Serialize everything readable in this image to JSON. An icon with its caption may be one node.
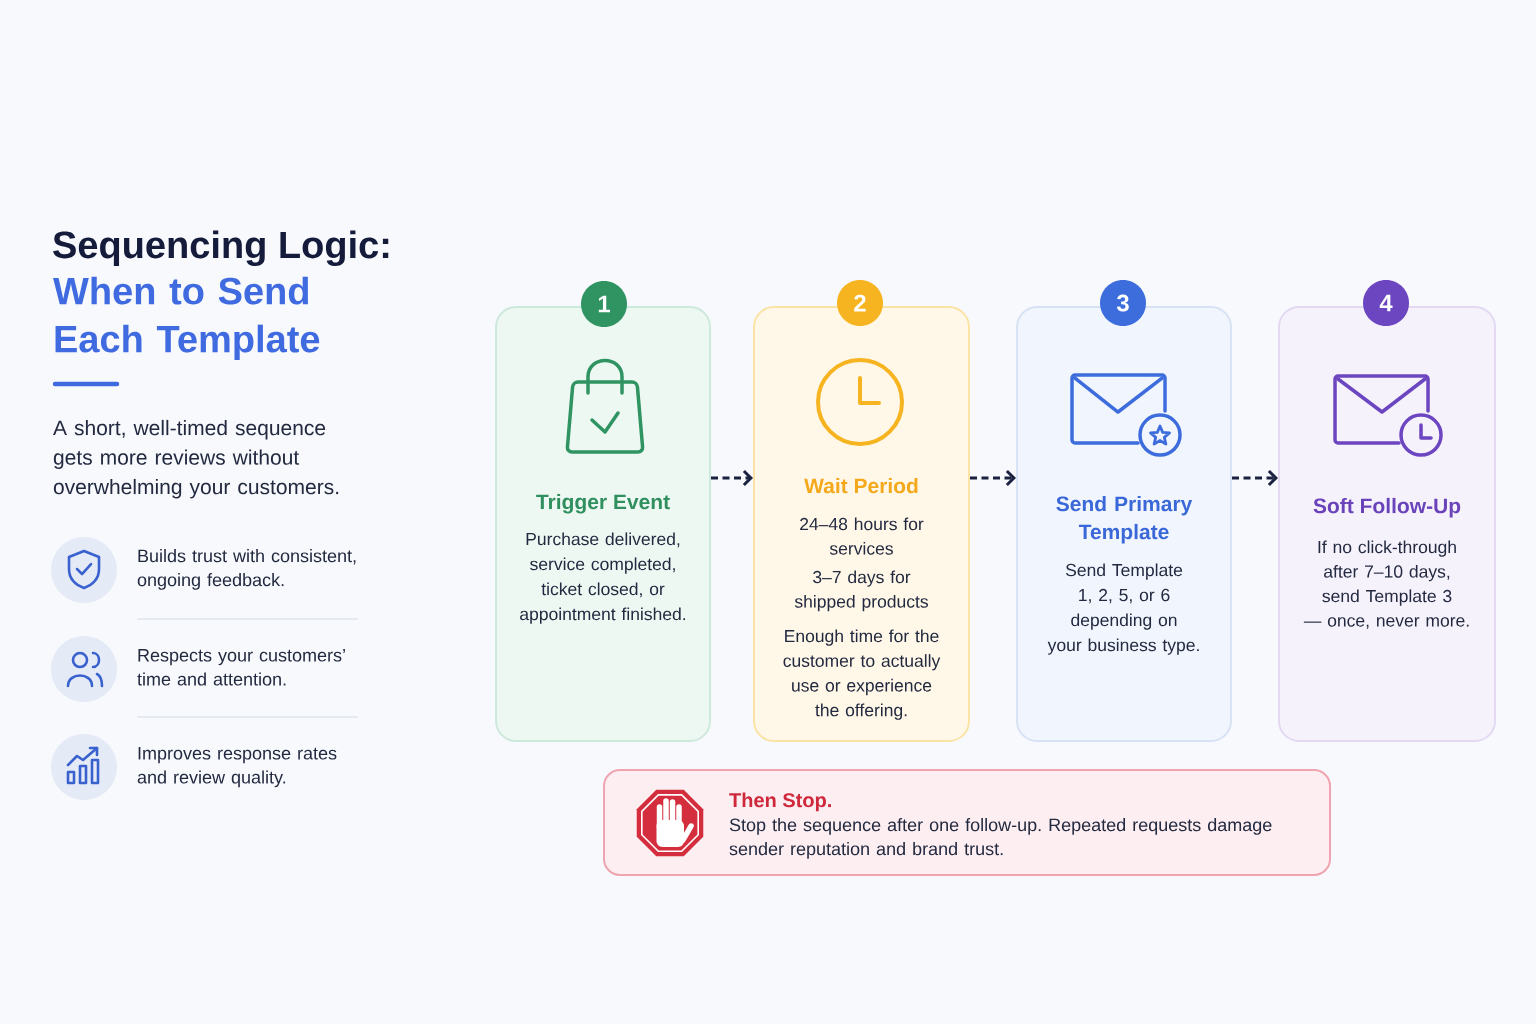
{
  "diagram": {
    "title": "Sequencing Logic:",
    "nodes": [
      {
        "text": [
          "1"
        ]
      },
      {
        "text": [
          "Trigger Event",
          "Purchase delivered, service completed, ticket closed, or appointment finished."
        ]
      },
      {
        "text": [
          "2"
        ]
      },
      {
        "text": [
          "Wait Period",
          "24–48 hours for services",
          "3–7 days for shipped products",
          "Enough time for the customer to actually use or experience the offering."
        ]
      },
      {
        "text": [
          "3"
        ]
      },
      {
        "text": [
          "Send Primary Template",
          "Send Template 1, 2, 5, or 6 depending on your business type."
        ]
      },
      {
        "text": [
          "4"
        ]
      },
      {
        "text": [
          "Soft Follow-Up",
          "If no click-through after 7–10 days, send Template 3 — once, never more."
        ]
      },
      {
        "text": [
          "Then Stop.",
          "Stop the sequence after one follow-up. Repeated requests damage sender reputation and brand trust."
        ]
      }
    ],
    "edges": [
      {
        "from": 1,
        "to": 3,
        "arrow": "to",
        "style": "dashed"
      },
      {
        "from": 3,
        "to": 5,
        "arrow": "to",
        "style": "dashed"
      },
      {
        "from": 5,
        "to": 7,
        "arrow": "to",
        "style": "dashed"
      }
    ],
    "labels": [
      "When to Send Each Template",
      "A short, well-timed sequence gets more reviews without overwhelming your customers.",
      "Builds trust with consistent, ongoing feedback.",
      "Respects your customers’ time and attention.",
      "Improves response rates and review quality."
    ]
  }
}
